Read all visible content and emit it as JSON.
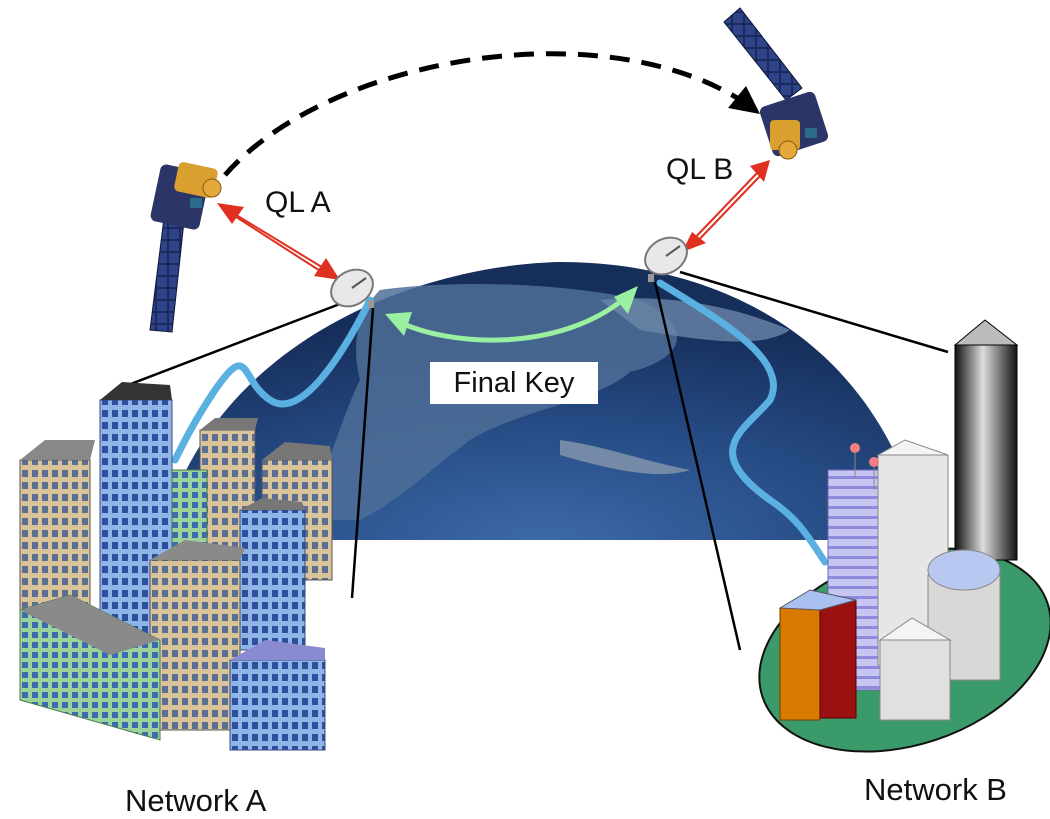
{
  "labels": {
    "ql_a": "QL A",
    "ql_b": "QL B",
    "final_key": "Final  Key",
    "network_a": "Network A",
    "network_b": "Network B"
  },
  "colors": {
    "earth_ocean": "#2a4f8c",
    "earth_land": "#4a6f9a",
    "fiber": "#5ab0e0",
    "quantum_link": "#e03020",
    "final_key_arrow": "#9af0a0",
    "transfer_arrow": "#000000",
    "ground_b": "#3a9a6a"
  }
}
